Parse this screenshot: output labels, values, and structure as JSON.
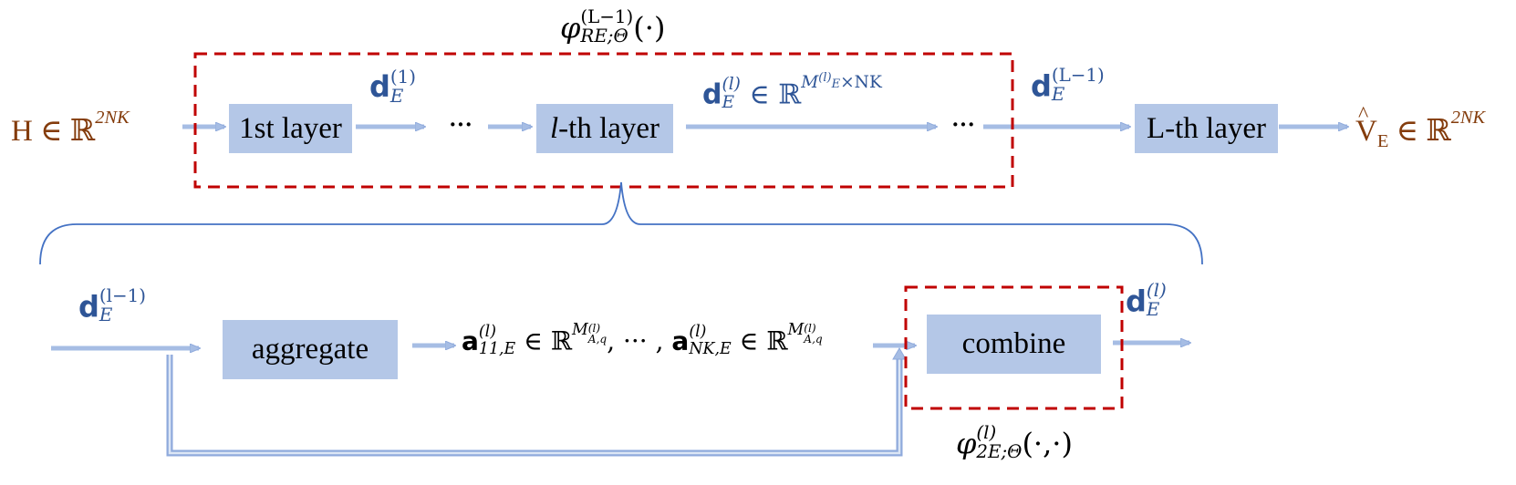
{
  "top": {
    "input": {
      "symbol": "H",
      "rel": "∈",
      "set": "ℝ",
      "exp": "2NK"
    },
    "output": {
      "symbol": "V",
      "hat": "^",
      "sub": "E",
      "rel": "∈",
      "set": "ℝ",
      "exp": "2NK"
    },
    "boxes": {
      "first": "1st layer",
      "lth_italic": "l",
      "lth_rest": "-th layer",
      "last": "L-th layer"
    },
    "ellipsis_1": "···",
    "ellipsis_2": "···",
    "d1": {
      "base": "d",
      "sup": "(1)",
      "sub": "E"
    },
    "dl": {
      "base": "d",
      "sup": "(l)",
      "sub": "E",
      "rel": "∈",
      "set": "ℝ",
      "exp_base": "M",
      "exp_sup": "(l)",
      "exp_sub": "E",
      "exp_rest": "×NK"
    },
    "dL1": {
      "base": "d",
      "sup": "(L−1)",
      "sub": "E"
    },
    "phi_RE": {
      "base": "φ",
      "sup": "(L−1)",
      "sub": "RE;Θ",
      "arg": "(·)"
    }
  },
  "bottom": {
    "d_in": {
      "base": "d",
      "sup": "(l−1)",
      "sub": "E"
    },
    "aggregate": "aggregate",
    "combine": "combine",
    "a_expr": {
      "a1_base": "a",
      "a1_sup": "(l)",
      "a1_sub": "11,E",
      "rel": "∈",
      "set": "ℝ",
      "exp_base": "M",
      "exp_sup": "(l)",
      "exp_sub": "A,q",
      "sep": ", ··· ,",
      "a2_base": "a",
      "a2_sup": "(l)",
      "a2_sub": "NK,E"
    },
    "d_out": {
      "base": "d",
      "sup": "(l)",
      "sub": "E"
    },
    "phi_2E": {
      "base": "φ",
      "sup": "(l)",
      "sub": "2E;Θ",
      "arg": "(·,·)"
    }
  },
  "colors": {
    "box_fill": "#b4c7e7",
    "arrow": "#a6bde4",
    "arrow_edge": "#8faadc",
    "dashed": "#c00000",
    "io_text": "#843c0c",
    "math_text": "#2e5597",
    "brace": "#4472c4"
  }
}
